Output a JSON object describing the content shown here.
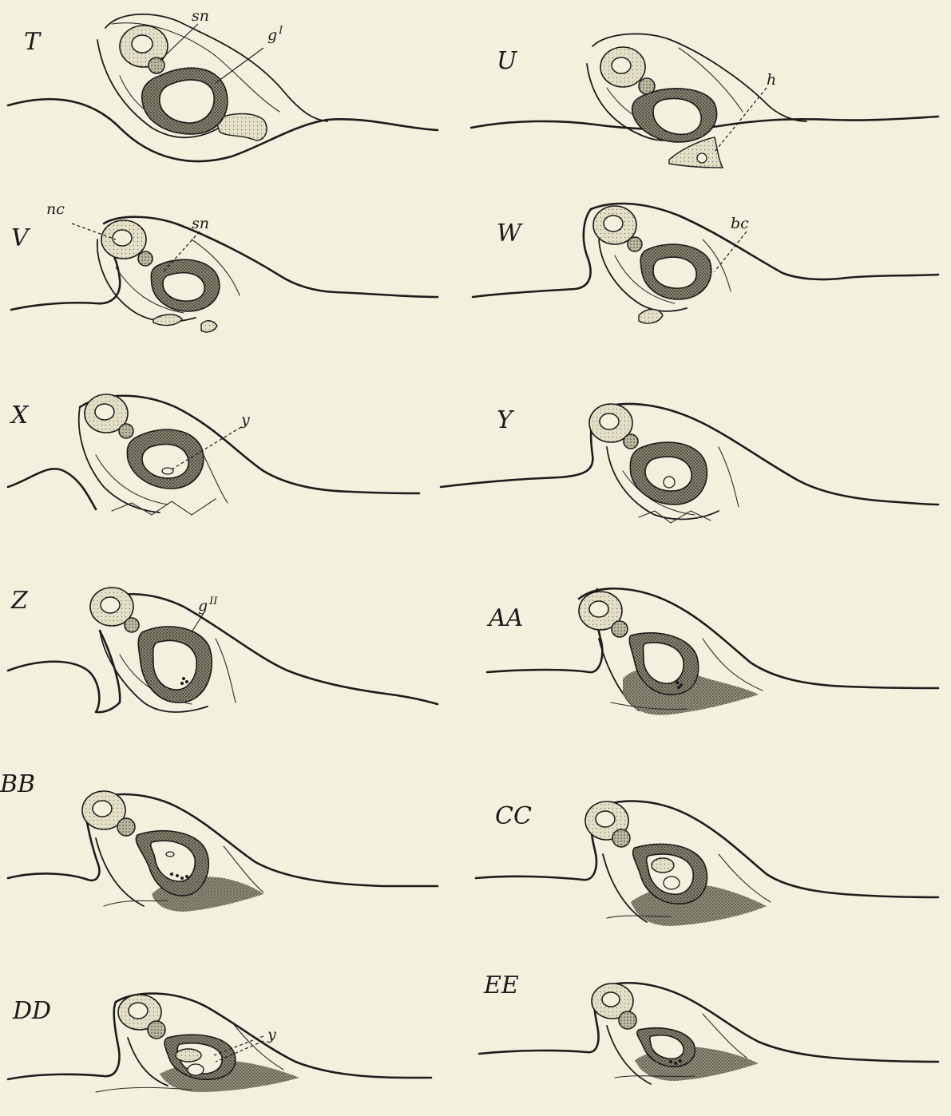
{
  "panels": [
    {
      "id": "T",
      "label": "T",
      "annotations": [
        {
          "id": "sn",
          "text": "sn"
        },
        {
          "id": "g1",
          "text": "g",
          "sup": "I"
        }
      ]
    },
    {
      "id": "U",
      "label": "U",
      "annotations": [
        {
          "id": "h",
          "text": "h"
        }
      ]
    },
    {
      "id": "V",
      "label": "V",
      "annotations": [
        {
          "id": "nc",
          "text": "nc"
        },
        {
          "id": "sn",
          "text": "sn"
        }
      ]
    },
    {
      "id": "W",
      "label": "W",
      "annotations": [
        {
          "id": "bc",
          "text": "bc"
        }
      ]
    },
    {
      "id": "X",
      "label": "X",
      "annotations": [
        {
          "id": "y",
          "text": "y"
        }
      ]
    },
    {
      "id": "Y",
      "label": "Y",
      "annotations": []
    },
    {
      "id": "Z",
      "label": "Z",
      "annotations": [
        {
          "id": "g2",
          "text": "g",
          "sup": "II"
        }
      ]
    },
    {
      "id": "AA",
      "label": "AA",
      "annotations": []
    },
    {
      "id": "BB",
      "label": "BB",
      "annotations": []
    },
    {
      "id": "CC",
      "label": "CC",
      "annotations": []
    },
    {
      "id": "DD",
      "label": "DD",
      "annotations": [
        {
          "id": "y",
          "text": "y"
        }
      ]
    },
    {
      "id": "EE",
      "label": "EE",
      "annotations": []
    }
  ],
  "colors": {
    "paper": "#f3f1dd",
    "ink": "#1a1a1a"
  }
}
